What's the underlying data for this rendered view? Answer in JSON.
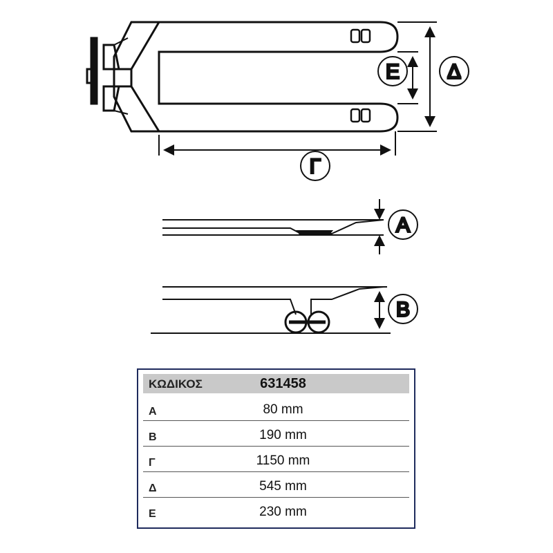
{
  "diagram": {
    "labels": {
      "delta": "Δ",
      "epsilon": "Ε",
      "gamma": "Γ",
      "a": "A",
      "b": "B"
    }
  },
  "table": {
    "header": {
      "key": "ΚΩΔΙΚΟΣ",
      "value": "631458"
    },
    "rows": [
      {
        "key": "Α",
        "value": "80 mm"
      },
      {
        "key": "Β",
        "value": "190 mm"
      },
      {
        "key": "Γ",
        "value": "1150 mm"
      },
      {
        "key": "Δ",
        "value": "545 mm"
      },
      {
        "key": "Ε",
        "value": "230 mm"
      }
    ]
  }
}
